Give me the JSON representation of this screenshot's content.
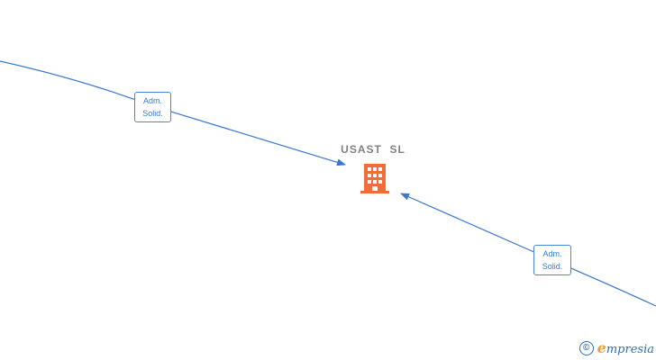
{
  "company": {
    "name": "USAST  SL",
    "icon": "building-icon",
    "icon_color": "#f26b3a"
  },
  "edges": [
    {
      "label_line1": "Adm.",
      "label_line2": "Solid."
    },
    {
      "label_line1": "Adm.",
      "label_line2": "Solid."
    }
  ],
  "colors": {
    "edge": "#3a78cc"
  },
  "watermark": {
    "symbol": "©",
    "initial": "e",
    "brand": "mpresia"
  }
}
